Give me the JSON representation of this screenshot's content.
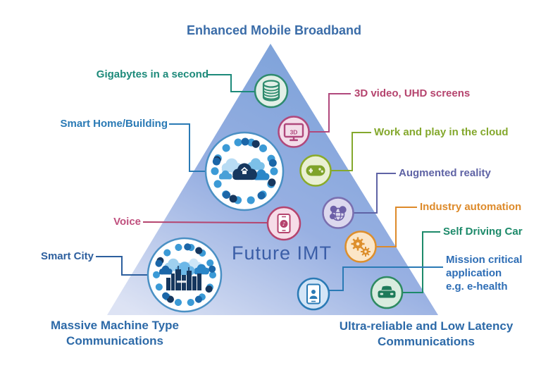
{
  "diagram": {
    "title": "Enhanced Mobile Broadband",
    "center_label": "Future IMT",
    "scenarios": {
      "top": "Enhanced Mobile Broadband",
      "bottom_left": "Massive Machine Type\nCommunications",
      "bottom_right": "Ultra-reliable and Low Latency\nCommunications"
    },
    "use_cases": {
      "gigabytes": {
        "label": "Gigabytes in a second",
        "color": "#1d8a7a",
        "icon": "database-icon"
      },
      "smart_home": {
        "label": "Smart Home/Building",
        "color": "#2a7ab5",
        "icon": "smart-home-cloud-icon"
      },
      "three_d": {
        "label": "3D video, UHD screens",
        "color": "#b5446e",
        "icon": "3d-tv-icon",
        "icon_text": "3D"
      },
      "cloud_work": {
        "label": "Work and play in the cloud",
        "color": "#84a82d",
        "icon": "gamepad-icon"
      },
      "ar": {
        "label": "Augmented reality",
        "color": "#5f63a5",
        "icon": "ar-globe-icon"
      },
      "voice": {
        "label": "Voice",
        "color": "#c0507e",
        "icon": "voice-phone-icon"
      },
      "industry": {
        "label": "Industry automation",
        "color": "#dd8a2a",
        "icon": "gears-icon"
      },
      "smart_city": {
        "label": "Smart City",
        "color": "#2d5f9e",
        "icon": "smart-city-cloud-icon"
      },
      "self_driving": {
        "label": "Self Driving Car",
        "color": "#1d8a6a",
        "icon": "car-icon"
      },
      "mission": {
        "label": "Mission critical\napplication\ne.g. e-health",
        "color": "#2d6db5",
        "icon": "ehealth-phone-icon"
      }
    },
    "palette": {
      "triangle_top": "#79a0d8",
      "triangle_bottom_left": "#dde3f4",
      "text_blue": "#2d6aa8"
    }
  }
}
